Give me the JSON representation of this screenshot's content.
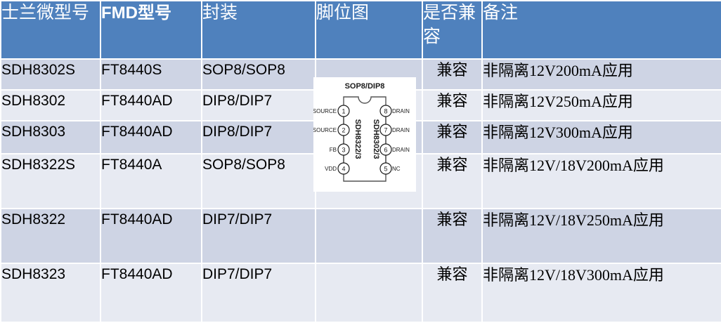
{
  "table": {
    "name": "sdh-fmd-compatibility-table",
    "headers": [
      {
        "id": "sl-model",
        "label": "士兰微型号",
        "script": "cjk"
      },
      {
        "id": "fmd-model",
        "label": "FMD型号",
        "script": "latin-bold"
      },
      {
        "id": "package",
        "label": "封装",
        "script": "cjk"
      },
      {
        "id": "pinout",
        "label": "脚位图",
        "script": "cjk"
      },
      {
        "id": "compat",
        "label": "是否兼容",
        "script": "cjk"
      },
      {
        "id": "remark",
        "label": "备注",
        "script": "cjk"
      }
    ],
    "rows": [
      {
        "sl_model": "SDH8302S",
        "fmd_model": "FT8440S",
        "package": "SOP8/SOP8",
        "pinout": "",
        "compat": "兼容",
        "remark": "非隔离12V200mA应用"
      },
      {
        "sl_model": "SDH8302",
        "fmd_model": "FT8440AD",
        "package": "DIP8/DIP7",
        "pinout": "",
        "compat": "兼容",
        "remark": "非隔离12V250mA应用"
      },
      {
        "sl_model": "SDH8303",
        "fmd_model": "FT8440AD",
        "package": "DIP8/DIP7",
        "pinout": "",
        "compat": "兼容",
        "remark": "非隔离12V300mA应用"
      },
      {
        "sl_model": "SDH8322S",
        "fmd_model": "FT8440A",
        "package": "SOP8/SOP8",
        "pinout": "",
        "compat": "兼容",
        "remark": "非隔离12V/18V200mA应用"
      },
      {
        "sl_model": "SDH8322",
        "fmd_model": "FT8440AD",
        "package": "DIP7/DIP7",
        "pinout": "",
        "compat": "兼容",
        "remark": "非隔离12V/18V250mA应用"
      },
      {
        "sl_model": "SDH8323",
        "fmd_model": "FT8440AD",
        "package": "DIP7/DIP7",
        "pinout": "",
        "compat": "兼容",
        "remark": "非隔离12V/18V300mA应用"
      }
    ]
  },
  "pin_diagram": {
    "title": "SOP8/DIP8",
    "body_label_left": "SDH8322/3",
    "body_label_right": "SDH8302/3",
    "pins_left": [
      {
        "num": "1",
        "label": "SOURCE"
      },
      {
        "num": "2",
        "label": "SOURCE"
      },
      {
        "num": "3",
        "label": "FB"
      },
      {
        "num": "4",
        "label": "VDD"
      }
    ],
    "pins_right": [
      {
        "num": "8",
        "label": "DRAIN"
      },
      {
        "num": "7",
        "label": "DRAIN"
      },
      {
        "num": "6",
        "label": "DRAIN"
      },
      {
        "num": "5",
        "label": "NC"
      }
    ]
  },
  "colors": {
    "header_bg": "#4f81bd",
    "header_fg": "#ffffff",
    "row_a_bg": "#ced4e4",
    "row_b_bg": "#e7eaf2",
    "page_bg": "#ffffff",
    "text": "#000000"
  }
}
